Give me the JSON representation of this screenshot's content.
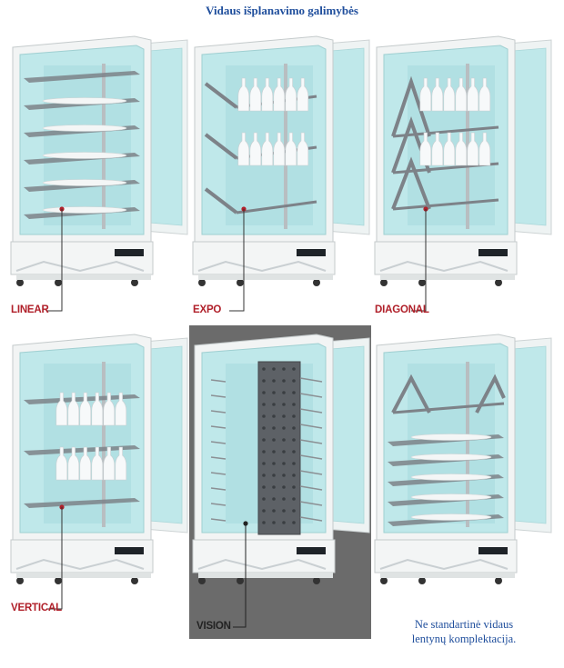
{
  "title": "Vidaus išplanavimo galimybės",
  "panels": [
    {
      "id": "linear",
      "label": "LINEAR",
      "type": "linear",
      "background": "#ffffff",
      "label_color": "#b0202a"
    },
    {
      "id": "expo",
      "label": "EXPO",
      "type": "expo",
      "background": "#ffffff",
      "label_color": "#b0202a"
    },
    {
      "id": "diagonal",
      "label": "DIAGONAL",
      "type": "diagonal",
      "background": "#ffffff",
      "label_color": "#b0202a"
    },
    {
      "id": "vertical",
      "label": "VERTICAL",
      "type": "vertical",
      "background": "#ffffff",
      "label_color": "#b0202a"
    },
    {
      "id": "vision",
      "label": "VISION",
      "type": "vision",
      "background": "#6b6b6b",
      "label_color": "#222222"
    },
    {
      "id": "custom",
      "label": "",
      "type": "custom",
      "background": "#ffffff",
      "label_color": "#b0202a"
    }
  ],
  "note": {
    "line1": "Ne standartinė vidaus",
    "line2": "lentynų komplektacija."
  },
  "colors": {
    "title": "#1f4e9c",
    "glass": "#bfe8ea",
    "frame": "#f2f4f4",
    "shelf": "#7d8288",
    "accent": "#b0202a"
  }
}
